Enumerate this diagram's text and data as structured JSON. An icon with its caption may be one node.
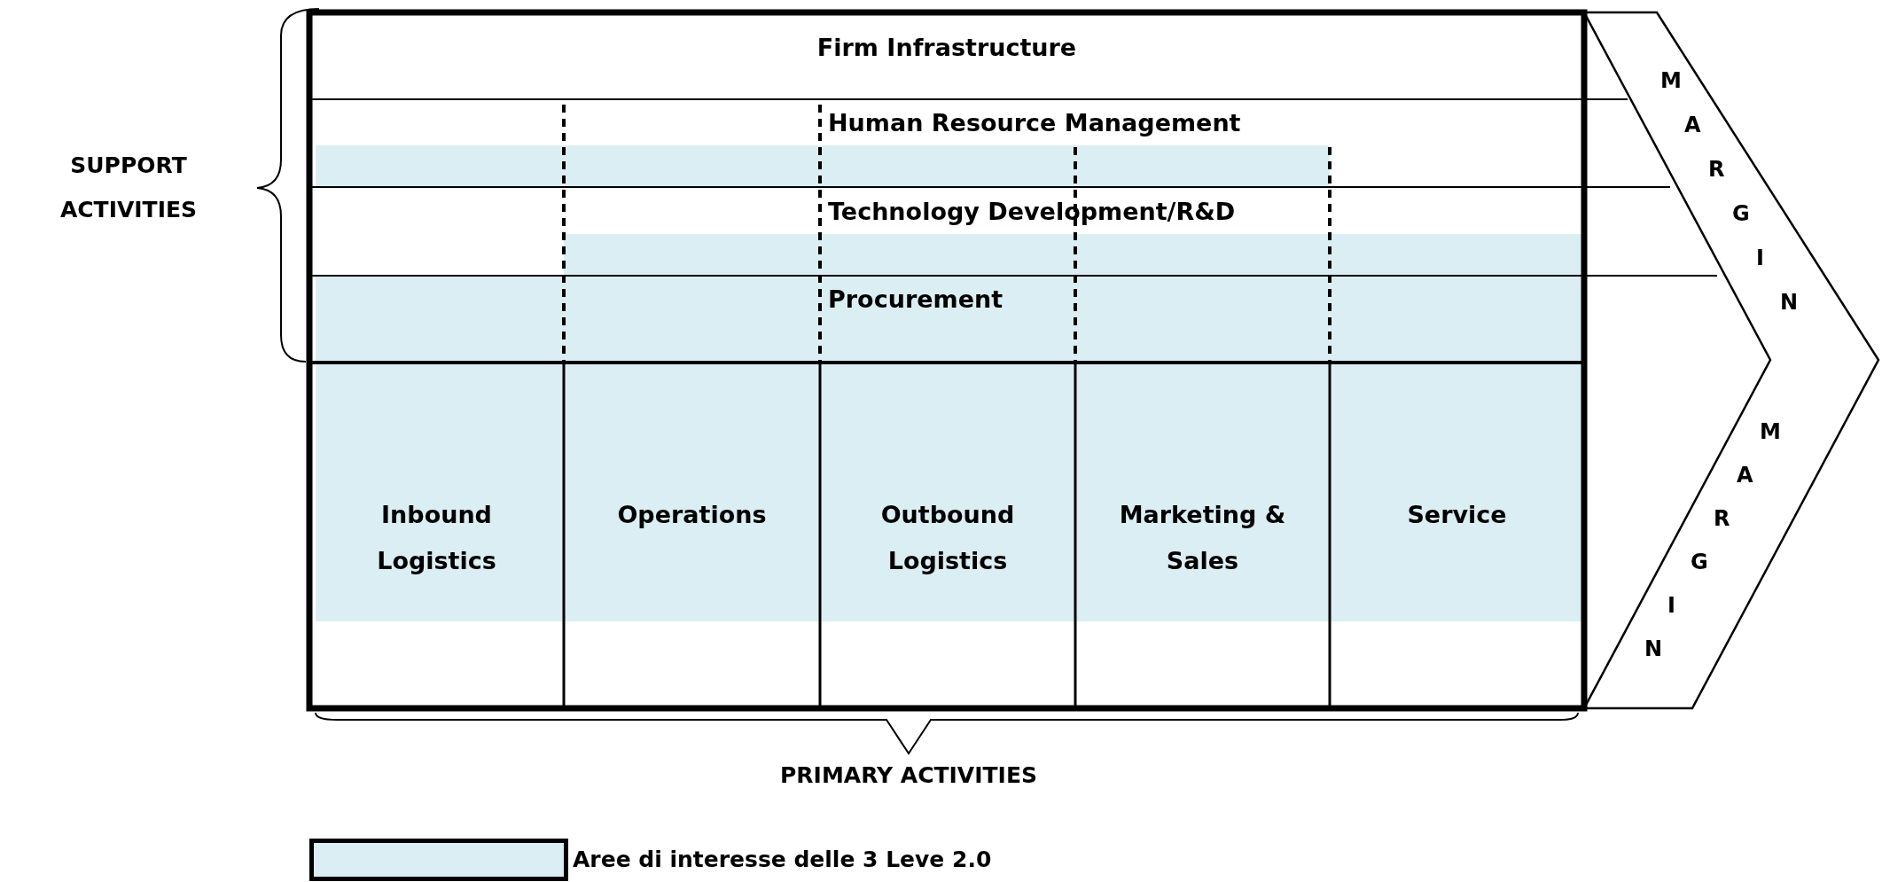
{
  "diagram": {
    "nodes": [
      {
        "text": [
          "Firm Infrastructure"
        ]
      },
      {
        "text": [
          "Human Resource Management"
        ]
      },
      {
        "text": [
          "Technology Development/R&D"
        ]
      },
      {
        "text": [
          "Procurement"
        ]
      },
      {
        "text": [
          "Inbound Logistics"
        ]
      },
      {
        "text": [
          "Operations"
        ]
      },
      {
        "text": [
          "Outbound Logistics"
        ]
      },
      {
        "text": [
          "Marketing & Sales"
        ]
      },
      {
        "text": [
          "Service"
        ]
      },
      {
        "text": [
          "MARGIN",
          "MARGIN"
        ]
      }
    ],
    "edges": [],
    "labels": [
      "SUPPORT ACTIVITIES",
      "PRIMARY ACTIVITIES"
    ],
    "legend": [
      {
        "text": "Aree di interesse delle 3 Leve 2.0",
        "color": "#dbeef4"
      }
    ]
  }
}
